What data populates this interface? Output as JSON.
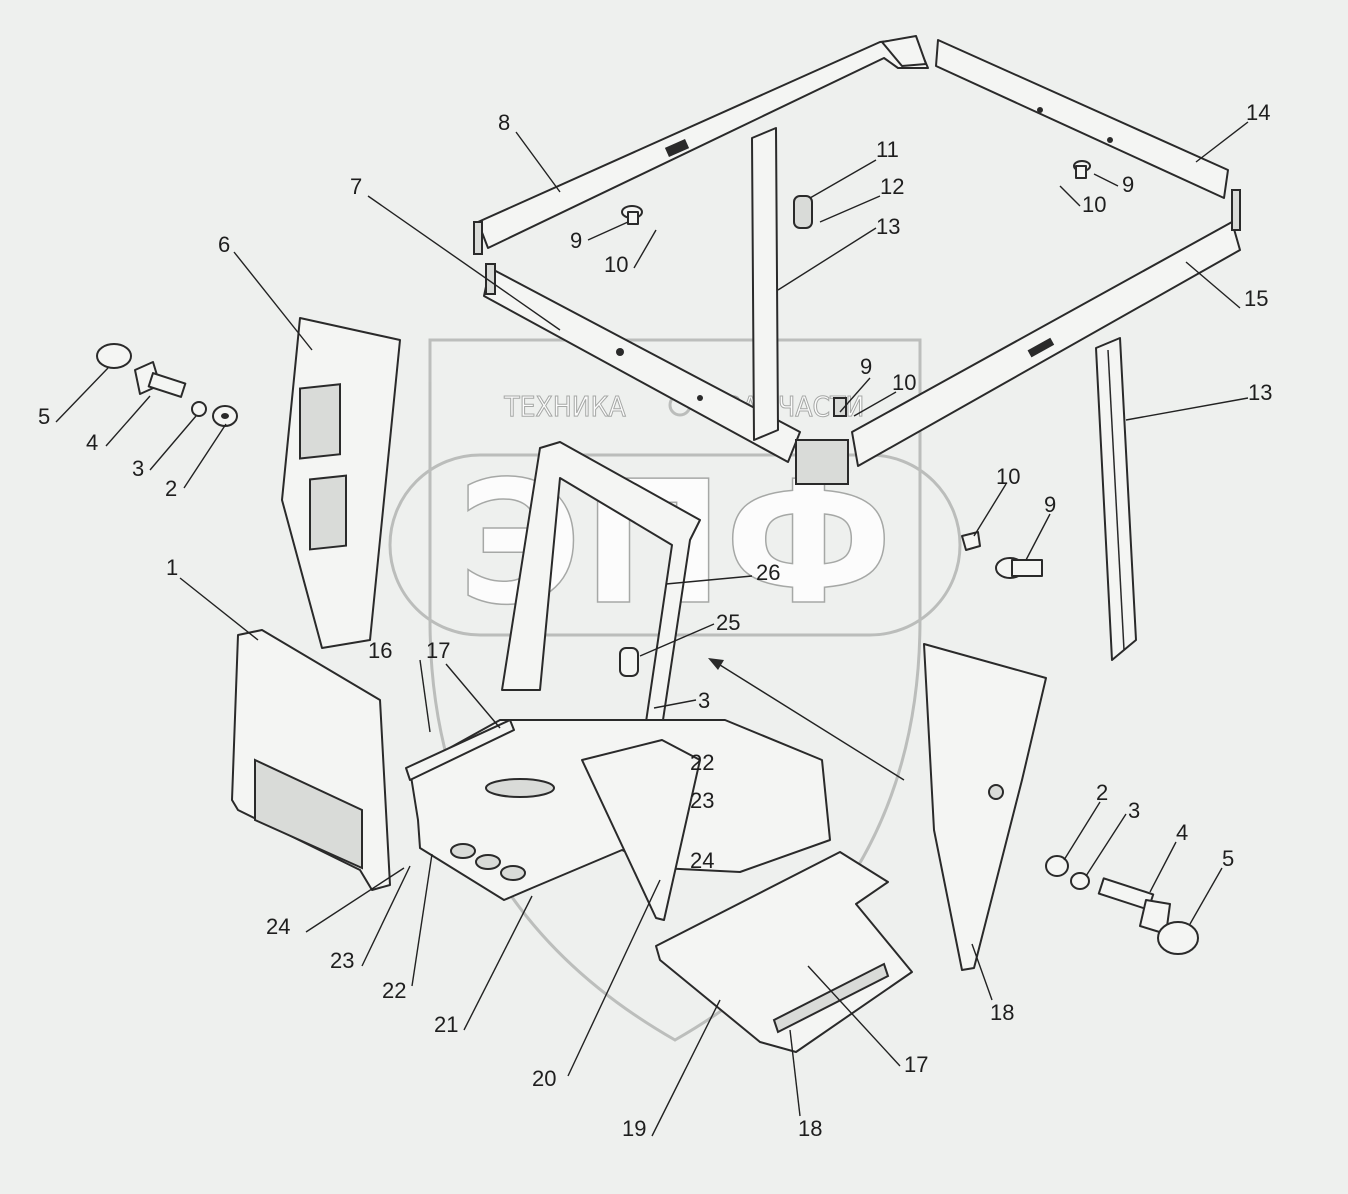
{
  "watermark": {
    "left_text": "ТЕХНИКА",
    "right_text": "ЗАПЧАСТИ",
    "logo_text": "ЭПФ"
  },
  "callouts": [
    {
      "id": "c1",
      "label": "1"
    },
    {
      "id": "c2a",
      "label": "2"
    },
    {
      "id": "c2b",
      "label": "2"
    },
    {
      "id": "c3a",
      "label": "3"
    },
    {
      "id": "c3b",
      "label": "3"
    },
    {
      "id": "c3c",
      "label": "3"
    },
    {
      "id": "c4a",
      "label": "4"
    },
    {
      "id": "c4b",
      "label": "4"
    },
    {
      "id": "c5a",
      "label": "5"
    },
    {
      "id": "c5b",
      "label": "5"
    },
    {
      "id": "c6",
      "label": "6"
    },
    {
      "id": "c7",
      "label": "7"
    },
    {
      "id": "c8",
      "label": "8"
    },
    {
      "id": "c9a",
      "label": "9"
    },
    {
      "id": "c9b",
      "label": "9"
    },
    {
      "id": "c9c",
      "label": "9"
    },
    {
      "id": "c9d",
      "label": "9"
    },
    {
      "id": "c10a",
      "label": "10"
    },
    {
      "id": "c10b",
      "label": "10"
    },
    {
      "id": "c10c",
      "label": "10"
    },
    {
      "id": "c10d",
      "label": "10"
    },
    {
      "id": "c11",
      "label": "11"
    },
    {
      "id": "c12",
      "label": "12"
    },
    {
      "id": "c13a",
      "label": "13"
    },
    {
      "id": "c13b",
      "label": "13"
    },
    {
      "id": "c14",
      "label": "14"
    },
    {
      "id": "c15",
      "label": "15"
    },
    {
      "id": "c16",
      "label": "16"
    },
    {
      "id": "c17a",
      "label": "17"
    },
    {
      "id": "c17b",
      "label": "17"
    },
    {
      "id": "c18a",
      "label": "18"
    },
    {
      "id": "c18b",
      "label": "18"
    },
    {
      "id": "c19",
      "label": "19"
    },
    {
      "id": "c20",
      "label": "20"
    },
    {
      "id": "c21",
      "label": "21"
    },
    {
      "id": "c22a",
      "label": "22"
    },
    {
      "id": "c22b",
      "label": "22"
    },
    {
      "id": "c23a",
      "label": "23"
    },
    {
      "id": "c23b",
      "label": "23"
    },
    {
      "id": "c24a",
      "label": "24"
    },
    {
      "id": "c24b",
      "label": "24"
    },
    {
      "id": "c25",
      "label": "25"
    },
    {
      "id": "c26",
      "label": "26"
    }
  ]
}
